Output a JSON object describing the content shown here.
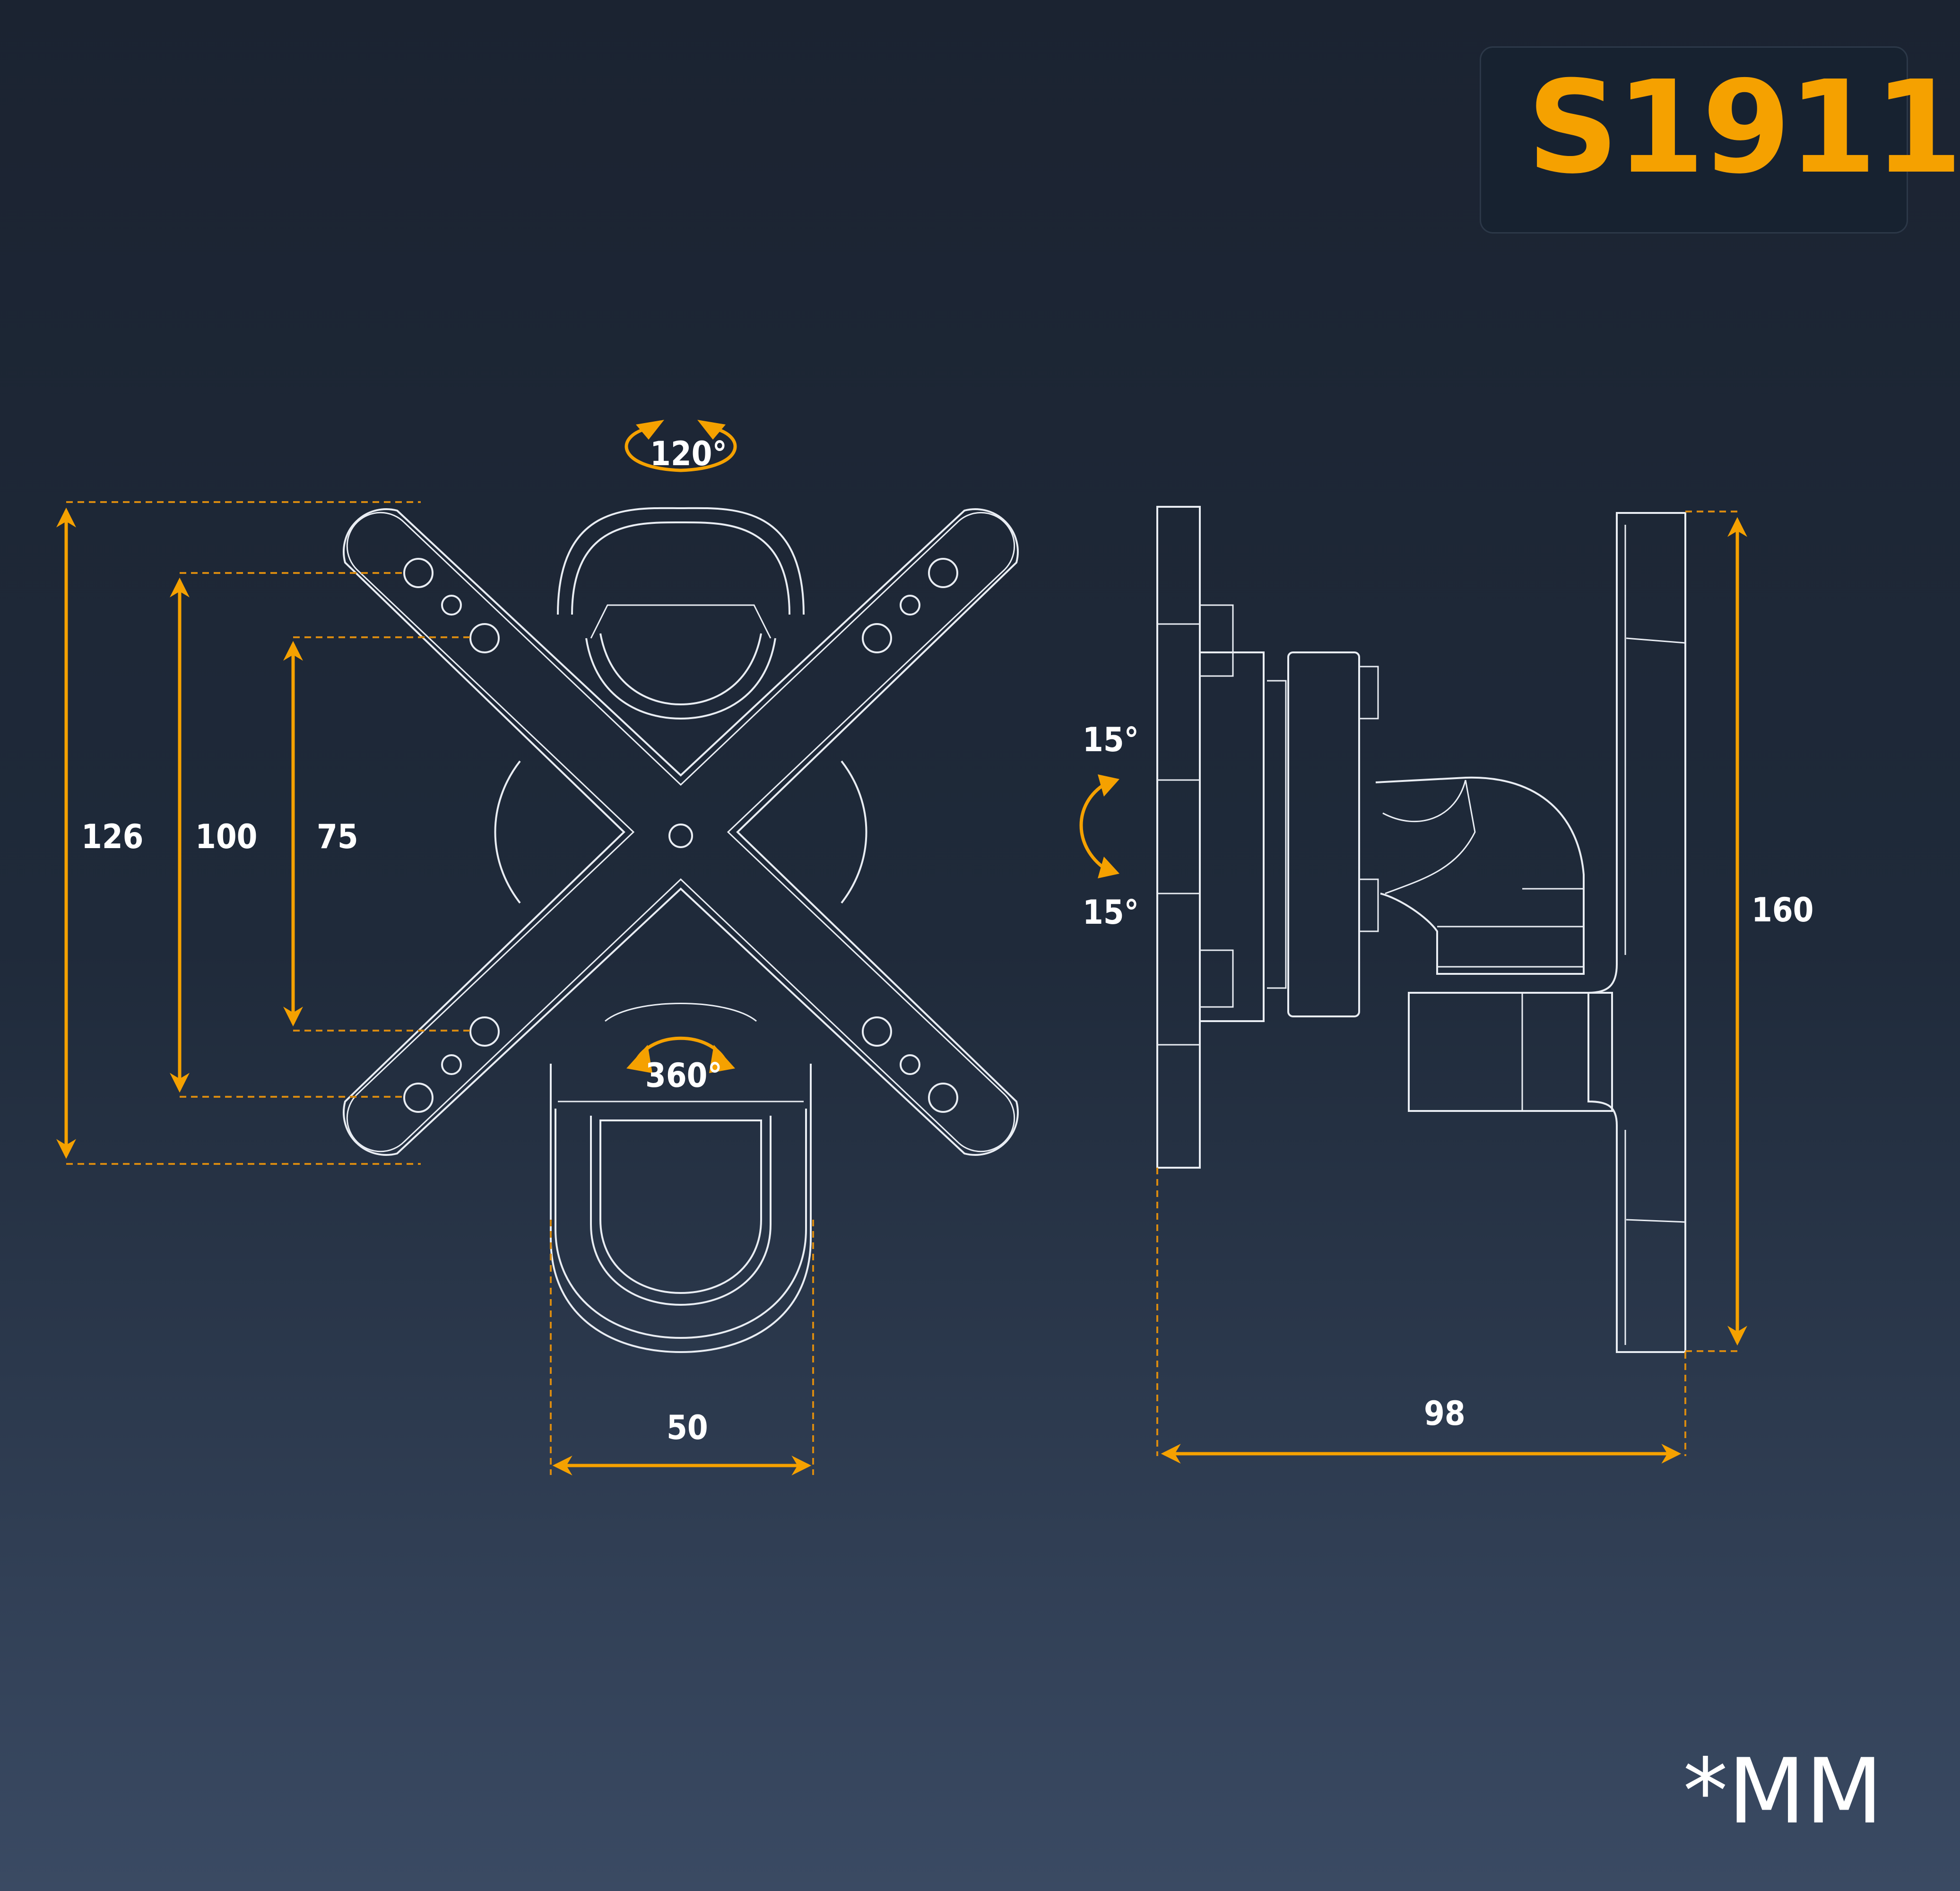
{
  "model": "S1911",
  "units": "*MM",
  "dimensions": {
    "height_total": "126",
    "vesa_large": "100",
    "vesa_small": "75",
    "arm_width": "50",
    "depth": "98",
    "wall_plate_height": "160"
  },
  "angles": {
    "swivel": "120°",
    "rotation": "360°",
    "tilt_up": "15°",
    "tilt_down": "15°"
  },
  "colors": {
    "accent": "#f5a100",
    "background_top": "#1b2331",
    "background_bottom": "#3a4a63",
    "line": "#e9edf3"
  }
}
